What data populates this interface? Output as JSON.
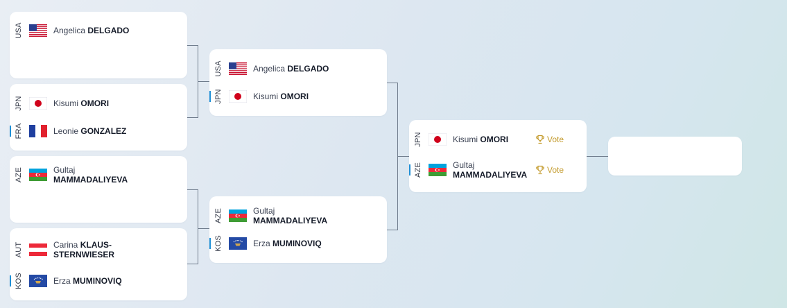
{
  "colors": {
    "accent": "#1f8fd6",
    "vote": "#c39a2b",
    "connector": "#6f7c8c"
  },
  "round1": [
    {
      "p1": {
        "code": "USA",
        "flag": "usa-flag-icon",
        "first": "Angelica",
        "last": "DELGADO"
      },
      "p2": null
    },
    {
      "p1": {
        "code": "JPN",
        "flag": "japan-flag-icon",
        "first": "Kisumi",
        "last": "OMORI"
      },
      "p2": {
        "code": "FRA",
        "flag": "france-flag-icon",
        "first": "Leonie",
        "last": "GONZALEZ"
      }
    },
    {
      "p1": {
        "code": "AZE",
        "flag": "azerbaijan-flag-icon",
        "first": "Gultaj",
        "last": "MAMMADALIYEVA"
      },
      "p2": null
    },
    {
      "p1": {
        "code": "AUT",
        "flag": "austria-flag-icon",
        "first": "Carina",
        "last": "KLAUS-STERNWIESER"
      },
      "p2": {
        "code": "KOS",
        "flag": "kosovo-flag-icon",
        "first": "Erza",
        "last": "MUMINOVIQ"
      }
    }
  ],
  "round2": [
    {
      "p1": {
        "code": "USA",
        "flag": "usa-flag-icon",
        "first": "Angelica",
        "last": "DELGADO"
      },
      "p2": {
        "code": "JPN",
        "flag": "japan-flag-icon",
        "first": "Kisumi",
        "last": "OMORI"
      }
    },
    {
      "p1": {
        "code": "AZE",
        "flag": "azerbaijan-flag-icon",
        "first": "Gultaj",
        "last": "MAMMADALIYEVA"
      },
      "p2": {
        "code": "KOS",
        "flag": "kosovo-flag-icon",
        "first": "Erza",
        "last": "MUMINOVIQ"
      }
    }
  ],
  "round3": [
    {
      "p1": {
        "code": "JPN",
        "flag": "japan-flag-icon",
        "first": "Kisumi",
        "last": "OMORI",
        "vote": "Vote"
      },
      "p2": {
        "code": "AZE",
        "flag": "azerbaijan-flag-icon",
        "first": "Gultaj",
        "last": "MAMMADALIYEVA",
        "vote": "Vote"
      }
    }
  ],
  "round4": [
    {
      "p1": null,
      "p2": null
    }
  ]
}
